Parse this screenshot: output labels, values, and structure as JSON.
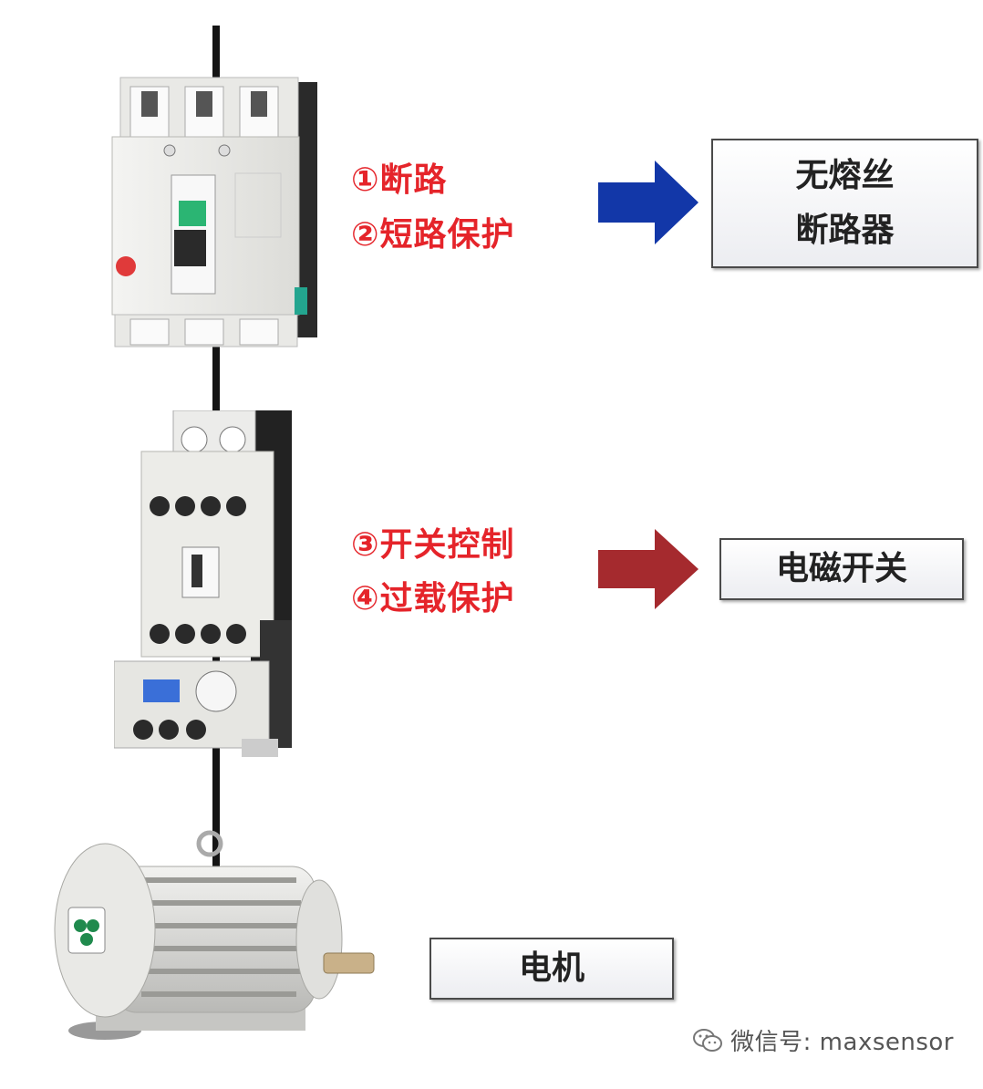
{
  "components": [
    {
      "id": "breaker",
      "features": [
        "①断路",
        "②短路保护"
      ],
      "arrow_color": "#1237a8",
      "name": "无熔丝\n断路器"
    },
    {
      "id": "contactor",
      "features": [
        "③开关控制",
        "④过载保护"
      ],
      "arrow_color": "#a52a2e",
      "name": "电磁开关"
    },
    {
      "id": "motor",
      "name": "电机"
    }
  ],
  "watermark": "微信号: maxsensor",
  "icons": {
    "watermark": "wechat-logo-icon"
  }
}
